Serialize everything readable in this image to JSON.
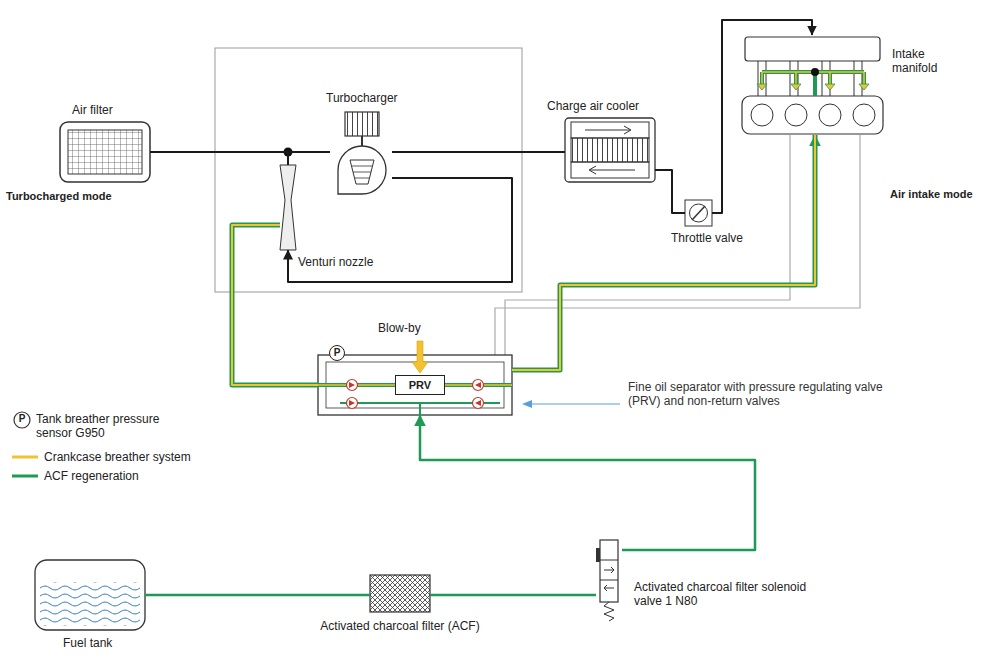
{
  "diagram": {
    "nodes": [
      {
        "text": [
          "Air filter"
        ]
      },
      {
        "text": [
          "Turbocharger"
        ]
      },
      {
        "text": [
          "Charge air cooler"
        ]
      },
      {
        "text": [
          "Throttle valve"
        ]
      },
      {
        "text": [
          "Intake manifold"
        ]
      },
      {
        "text": [
          "Venturi nozzle"
        ]
      },
      {
        "text": [
          "Blow-by"
        ]
      },
      {
        "text": [
          "PRV"
        ],
        "in": 6
      },
      {
        "text": [
          "P"
        ]
      },
      {
        "text": [
          "Fuel tank"
        ]
      },
      {
        "text": [
          "Activated charcoal filter (ACF)"
        ]
      },
      {
        "text": [
          "Activated charcoal filter solenoid valve 1 N80"
        ]
      }
    ],
    "edges": [
      {
        "from": 0,
        "to": 1,
        "arrow": "none"
      },
      {
        "from": 1,
        "to": 2,
        "arrow": "none"
      },
      {
        "from": 2,
        "to": 3,
        "arrow": "none"
      },
      {
        "from": 3,
        "to": 4,
        "arrow": "to"
      },
      {
        "from": 1,
        "to": 5,
        "arrow": "to"
      },
      {
        "from": 5,
        "to": 1,
        "arrow": "none"
      },
      {
        "from": 6,
        "to": 5,
        "arrow": "none"
      },
      {
        "from": 6,
        "to": 4,
        "arrow": "to"
      },
      {
        "from": 9,
        "to": 10,
        "arrow": "none"
      },
      {
        "from": 10,
        "to": 11,
        "arrow": "none"
      },
      {
        "from": 11,
        "to": 6,
        "arrow": "to"
      }
    ],
    "labels": [
      "Turbocharged mode",
      "Air intake mode",
      "Fine oil separator with pressure regulating valve (PRV) and non-return valves",
      "P"
    ],
    "legend": [
      {
        "text": "Tank breather pressure sensor G950"
      },
      {
        "text": "Crankcase breather system"
      },
      {
        "text": "ACF regeneration"
      }
    ]
  }
}
